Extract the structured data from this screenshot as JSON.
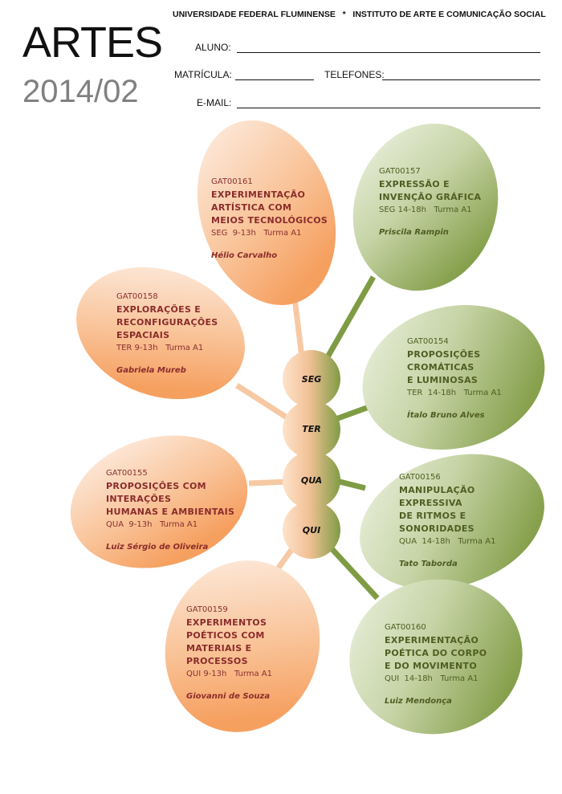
{
  "header": {
    "title": "ARTES",
    "period": "2014/02",
    "institution": "UNIVERSIDADE FEDERAL FLUMINENSE   *   INSTITUTO DE ARTE E COMUNICAÇÃO SOCIAL"
  },
  "form": {
    "aluno": "ALUNO:",
    "matricula": "MATRÍCULA:",
    "telefones": "TELEFONES:",
    "email": "E-MAIL:"
  },
  "days": [
    "SEG",
    "TER",
    "QUA",
    "QUI"
  ],
  "courses": [
    {
      "code": "GAT00161",
      "title": [
        "EXPERIMENTAÇÃO",
        "ARTÍSTICA COM",
        "MEIOS TECNOLÓGICOS"
      ],
      "schedule": "SEG  9-13h   Turma A1",
      "professor": "Hélio Carvalho"
    },
    {
      "code": "GAT00157",
      "title": [
        "EXPRESSÃO E",
        "INVENÇÃO GRÁFICA"
      ],
      "schedule": "SEG 14-18h   Turma A1",
      "professor": "Priscila Rampin"
    },
    {
      "code": "GAT00158",
      "title": [
        "EXPLORAÇÕES E",
        "RECONFIGURAÇÕES",
        "ESPACIAIS"
      ],
      "schedule": "TER 9-13h   Turma A1",
      "professor": "Gabriela Mureb"
    },
    {
      "code": "GAT00154",
      "title": [
        "PROPOSIÇÕES",
        "CROMÁTICAS",
        "E LUMINOSAS"
      ],
      "schedule": "TER  14-18h   Turma A1",
      "professor": "Ítalo Bruno Alves"
    },
    {
      "code": "GAT00155",
      "title": [
        "PROPOSIÇÕES COM",
        "INTERAÇÕES",
        "HUMANAS E AMBIENTAIS"
      ],
      "schedule": "QUA  9-13h   Turma A1",
      "professor": "Luiz Sérgio de Oliveira"
    },
    {
      "code": "GAT00156",
      "title": [
        "MANIPULAÇÃO",
        "EXPRESSIVA",
        "DE RITMOS E",
        "SONORIDADES"
      ],
      "schedule": "QUA  14-18h   Turma A1",
      "professor": "Tato Taborda"
    },
    {
      "code": "GAT00159",
      "title": [
        "EXPERIMENTOS",
        "POÉTICOS COM",
        "MATERIAIS E",
        "PROCESSOS"
      ],
      "schedule": "QUI 9-13h   Turma A1",
      "professor": "Giovanni de Souza"
    },
    {
      "code": "GAT00160",
      "title": [
        "EXPERIMENTAÇÃO",
        "POÉTICA DO CORPO",
        "E DO MOVIMENTO"
      ],
      "schedule": "QUI  14-18h   Turma A1",
      "professor": "Luiz Mendonça"
    }
  ],
  "colors": {
    "orange": "#f7a86a",
    "green": "#8aa352",
    "title_orange": "#8a2c2c",
    "title_green": "#4f5e22"
  }
}
